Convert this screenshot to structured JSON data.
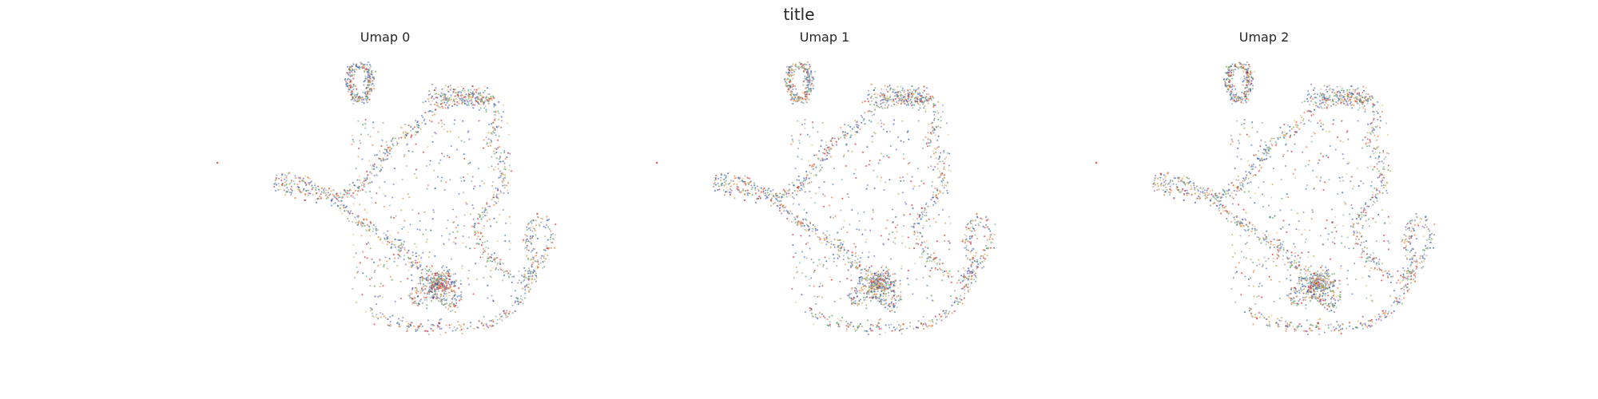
{
  "figure": {
    "title": "title"
  },
  "chart_data": [
    {
      "type": "scatter",
      "title": "Umap 0",
      "axes_visible": false,
      "grid": false,
      "legend": "none",
      "structure": "dense multicoloured points forming a continuous looping trajectory: a loop at the far left, a narrow tall loop at the top-left, a dense ridge across the top, an open loop at the lower right, a dense knotted cluster at the bottom centre and a wide arc along the bottom; sparse scattered points fill the interior; one isolated point far to the left",
      "point_colors": [
        "#e8793a",
        "#c9a24a",
        "#7fb3a0",
        "#4e79d6",
        "#d62728",
        "#8c6bb1",
        "#9a9a9a",
        "#e7c08a",
        "#5aa35a",
        "#2c5aa0"
      ]
    },
    {
      "type": "scatter",
      "title": "Umap 1",
      "axes_visible": false,
      "grid": false,
      "legend": "none",
      "structure": "same embedding as Umap 0 with a different colouring",
      "point_colors": [
        "#e8793a",
        "#c9a24a",
        "#7fb3a0",
        "#4e79d6",
        "#d62728",
        "#8c6bb1",
        "#9a9a9a",
        "#e7c08a",
        "#5aa35a",
        "#2c5aa0"
      ]
    },
    {
      "type": "scatter",
      "title": "Umap 2",
      "axes_visible": false,
      "grid": false,
      "legend": "none",
      "structure": "same embedding as Umap 0 with a different colouring",
      "point_colors": [
        "#e8793a",
        "#c9a24a",
        "#7fb3a0",
        "#4e79d6",
        "#d62728",
        "#8c6bb1",
        "#9a9a9a",
        "#e7c08a",
        "#5aa35a",
        "#2c5aa0"
      ]
    }
  ]
}
